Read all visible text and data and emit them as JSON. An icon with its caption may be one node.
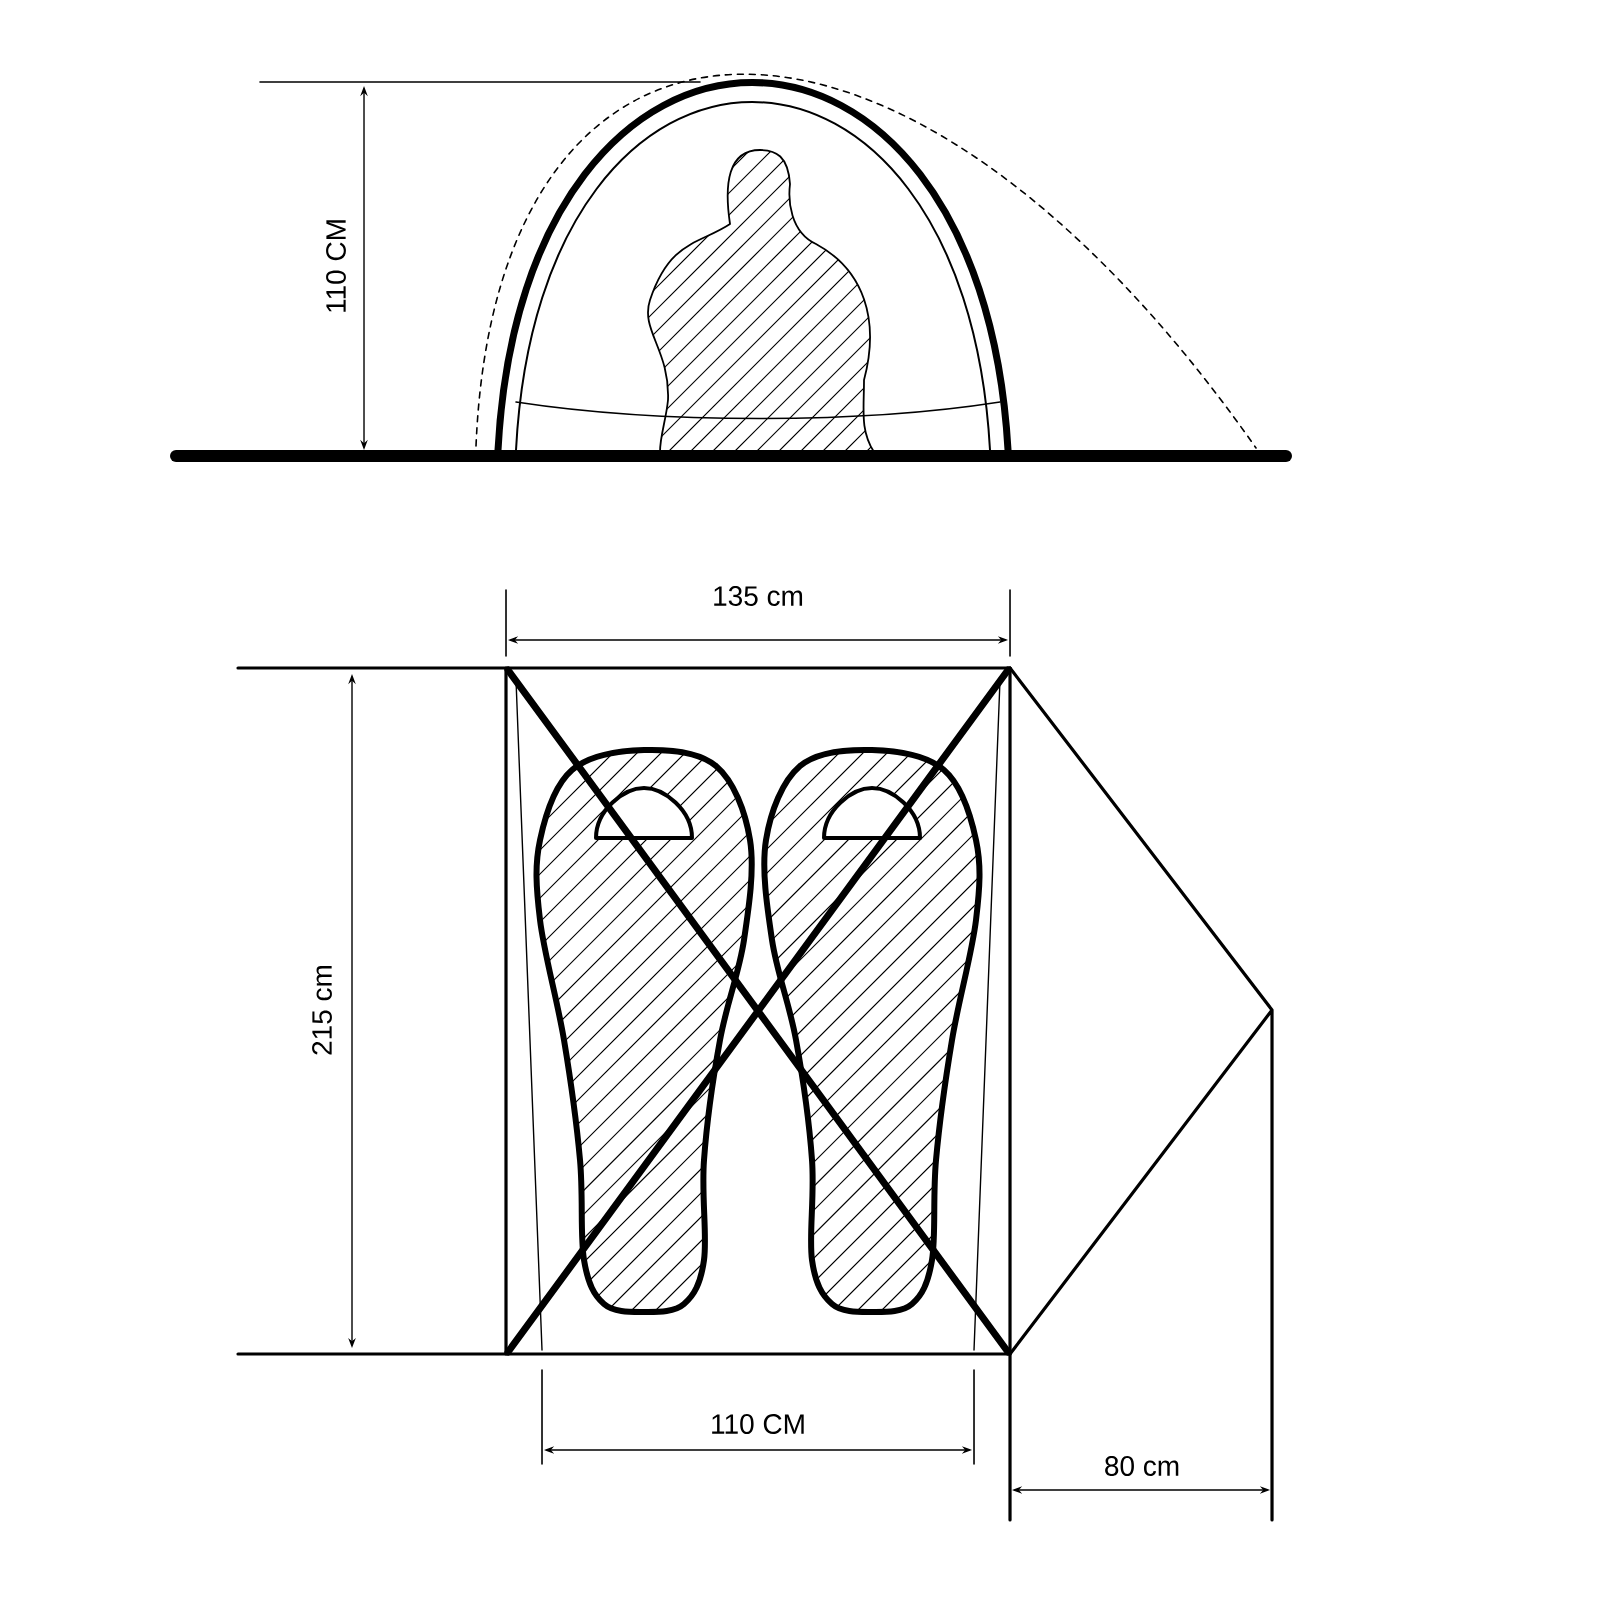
{
  "diagram": {
    "labels": [
      "110 CM",
      "135 cm",
      "215 cm",
      "110 CM",
      "80 cm"
    ]
  }
}
